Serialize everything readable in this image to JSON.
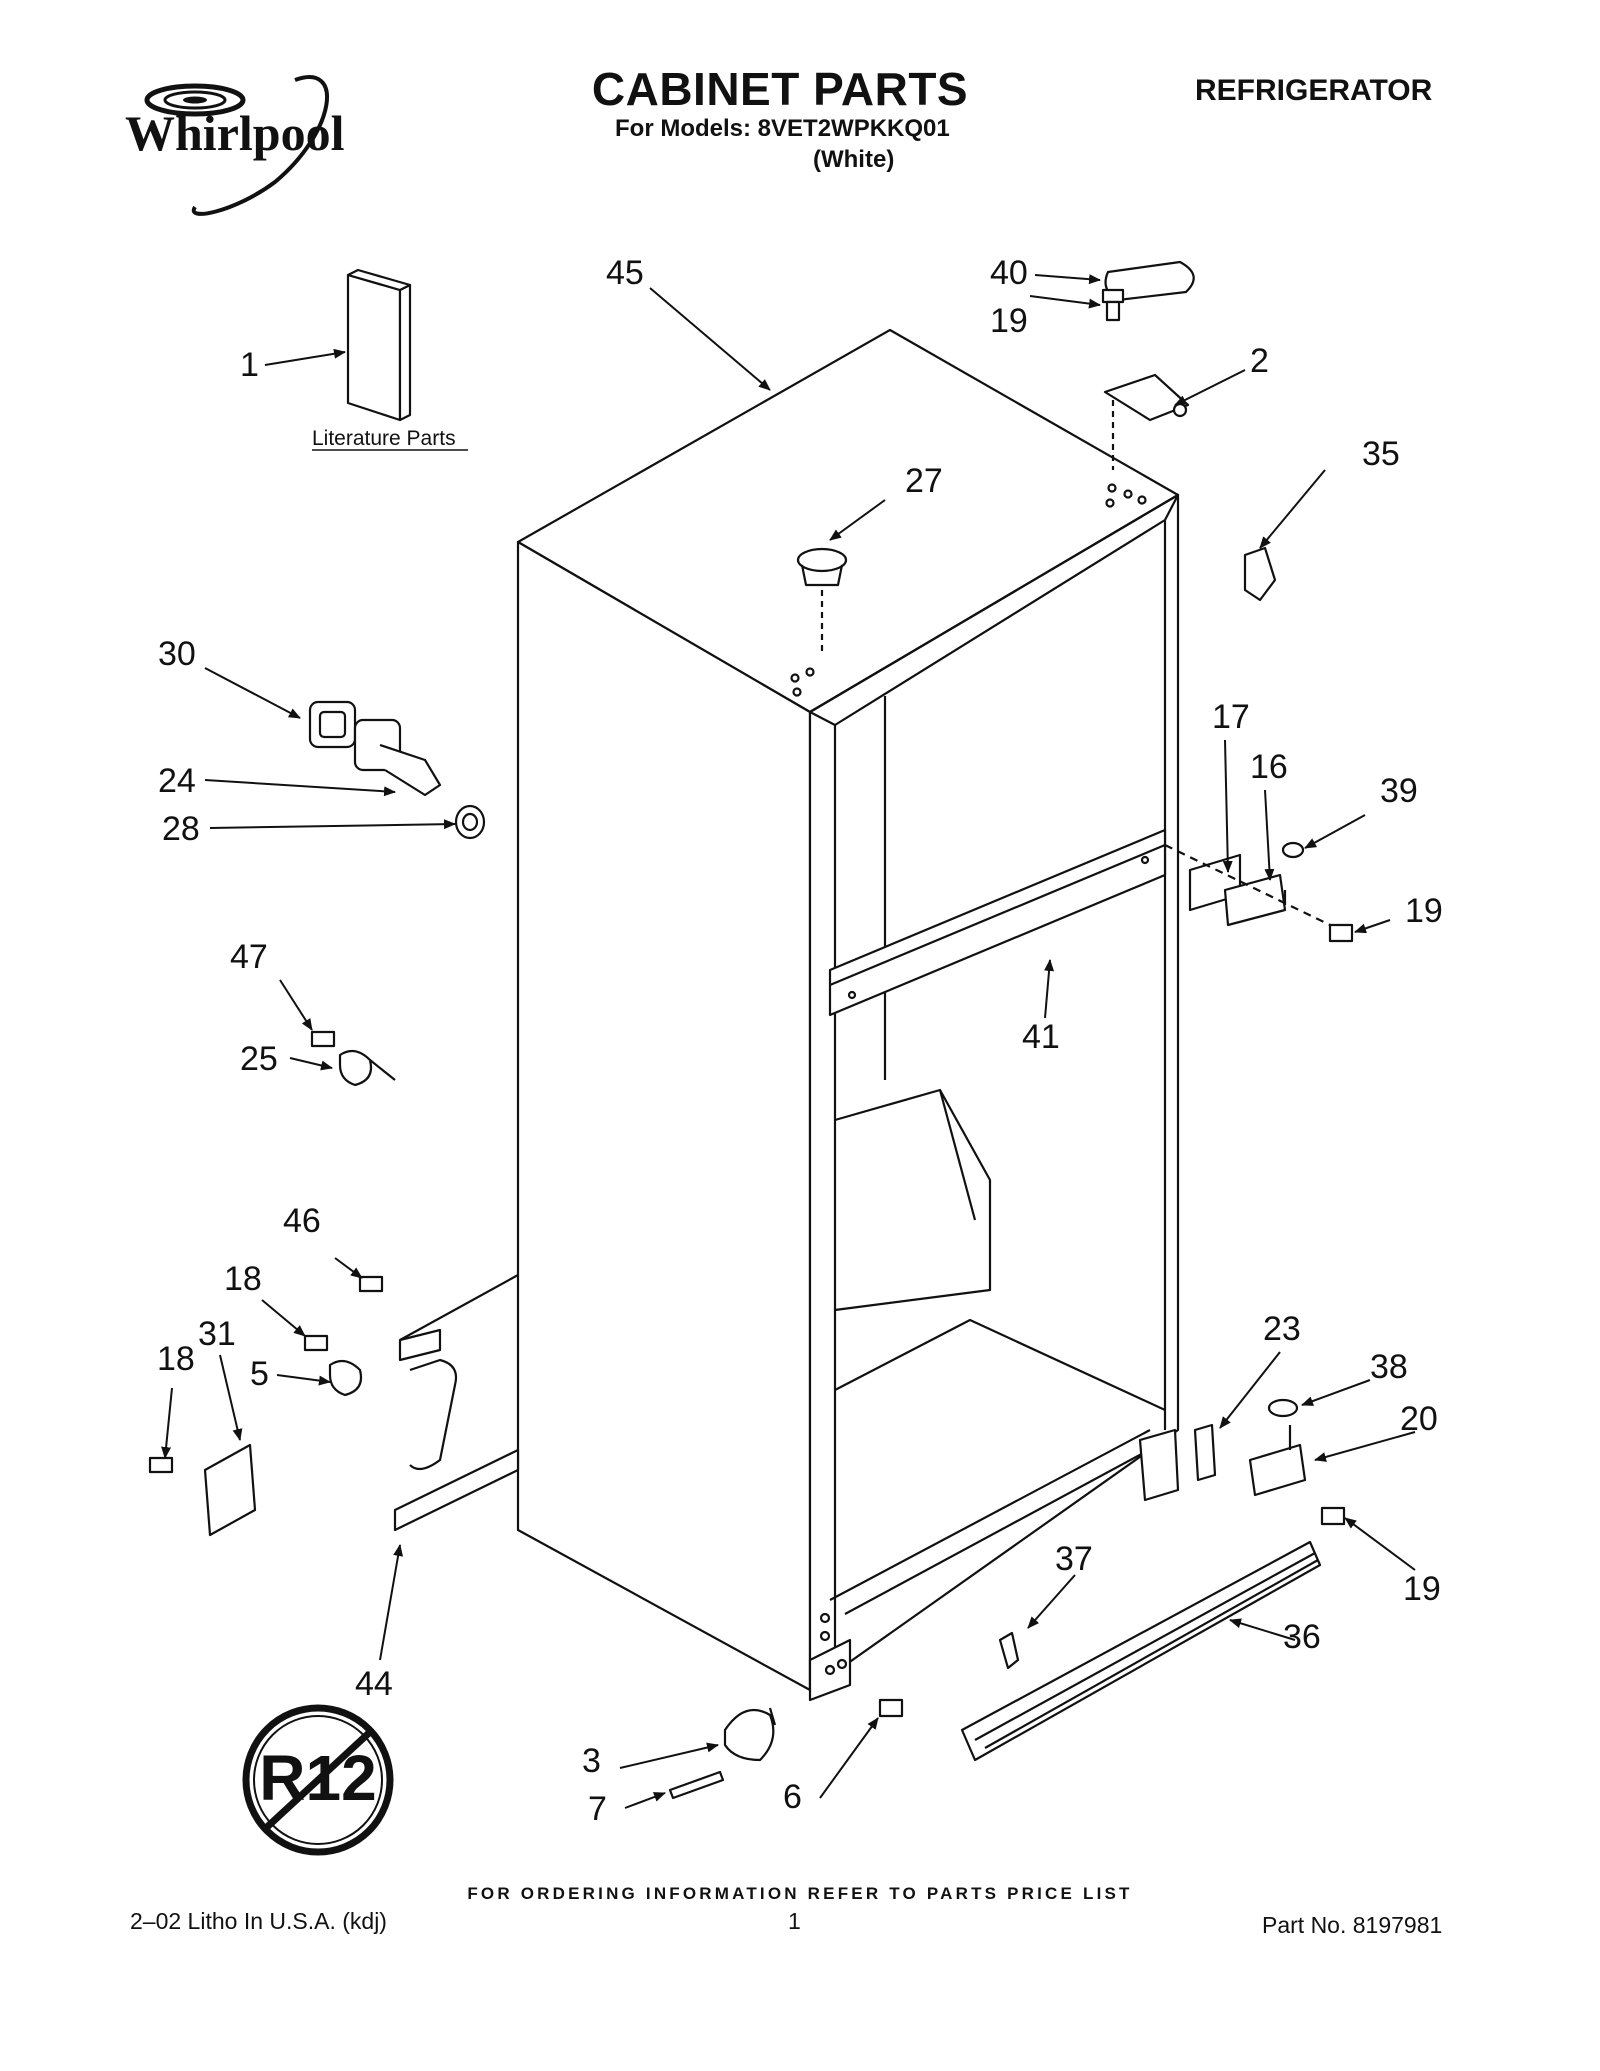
{
  "header": {
    "brand": "Whirlpool",
    "title": "CABINET PARTS",
    "models_line": "For Models: 8VET2WPKKQ01",
    "color": "(White)",
    "appliance": "REFRIGERATOR"
  },
  "diagram": {
    "literature_label": "Literature Parts",
    "no_r12_symbol": "R12",
    "callouts": {
      "c1": "1",
      "c2": "2",
      "c3": "3",
      "c5": "5",
      "c6": "6",
      "c7": "7",
      "c16": "16",
      "c17": "17",
      "c18a": "18",
      "c18b": "18",
      "c19a": "19",
      "c19b": "19",
      "c19c": "19",
      "c20": "20",
      "c23": "23",
      "c24": "24",
      "c25": "25",
      "c27": "27",
      "c28": "28",
      "c30": "30",
      "c31": "31",
      "c35": "35",
      "c36": "36",
      "c37": "37",
      "c38": "38",
      "c39": "39",
      "c40": "40",
      "c41": "41",
      "c44": "44",
      "c45": "45",
      "c46": "46",
      "c47": "47"
    }
  },
  "footer": {
    "ordering_note": "FOR ORDERING INFORMATION REFER TO PARTS PRICE LIST",
    "litho": "2–02 Litho In U.S.A. (kdj)",
    "page_number": "1",
    "part_number": "Part No. 8197981"
  }
}
